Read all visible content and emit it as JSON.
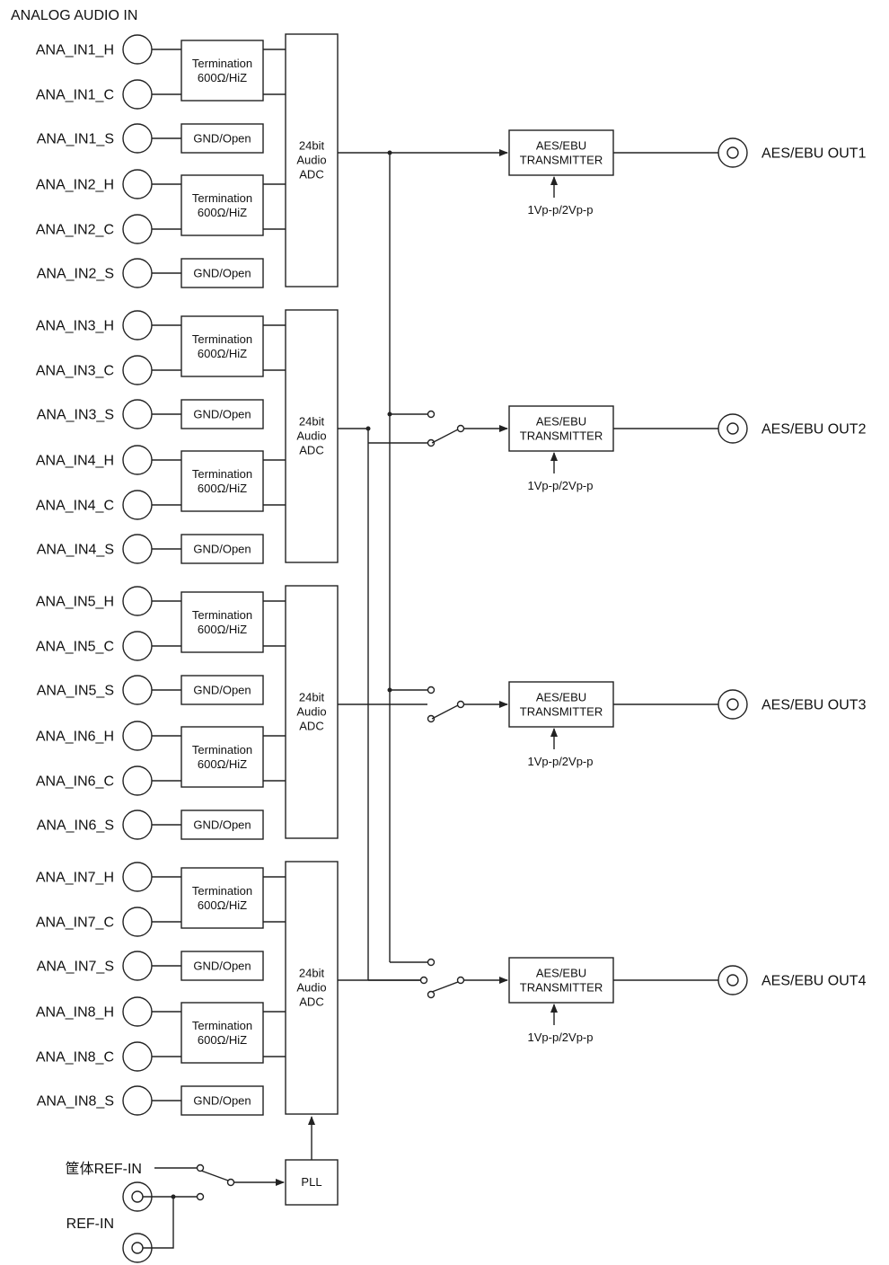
{
  "title": "ANALOG AUDIO IN",
  "term_lines": [
    "Termination",
    "600Ω/HiZ"
  ],
  "gnd_label": "GND/Open",
  "adc_lines": [
    "24bit",
    "Audio",
    "ADC"
  ],
  "tx_lines": [
    "AES/EBU",
    "TRANSMITTER"
  ],
  "tx_level": "1Vp-p/2Vp-p",
  "pll_label": "PLL",
  "inputs": [
    [
      "ANA_IN1_H",
      "ANA_IN1_C",
      "ANA_IN1_S"
    ],
    [
      "ANA_IN2_H",
      "ANA_IN2_C",
      "ANA_IN2_S"
    ],
    [
      "ANA_IN3_H",
      "ANA_IN3_C",
      "ANA_IN3_S"
    ],
    [
      "ANA_IN4_H",
      "ANA_IN4_C",
      "ANA_IN4_S"
    ],
    [
      "ANA_IN5_H",
      "ANA_IN5_C",
      "ANA_IN5_S"
    ],
    [
      "ANA_IN6_H",
      "ANA_IN6_C",
      "ANA_IN6_S"
    ],
    [
      "ANA_IN7_H",
      "ANA_IN7_C",
      "ANA_IN7_S"
    ],
    [
      "ANA_IN8_H",
      "ANA_IN8_C",
      "ANA_IN8_S"
    ]
  ],
  "outputs": [
    "AES/EBU OUT1",
    "AES/EBU OUT2",
    "AES/EBU OUT3",
    "AES/EBU OUT4"
  ],
  "ref_internal": "筐体REF-IN",
  "ref_external": "REF-IN"
}
